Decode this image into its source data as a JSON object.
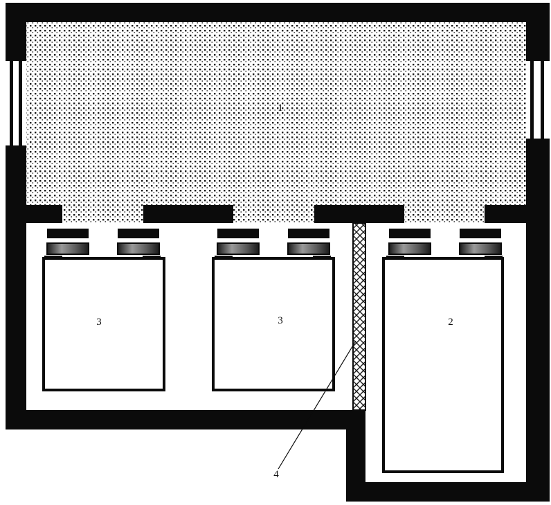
{
  "diagram": {
    "labels": {
      "room_1": "1",
      "room_left_a": "3",
      "room_left_b": "3",
      "room_right": "2",
      "partition": "4"
    },
    "colors": {
      "wall": "#0b0b0b",
      "dotted_fill": "#1a1a1a",
      "background": "#ffffff",
      "partition_hatch": "#1a1a1a"
    }
  }
}
